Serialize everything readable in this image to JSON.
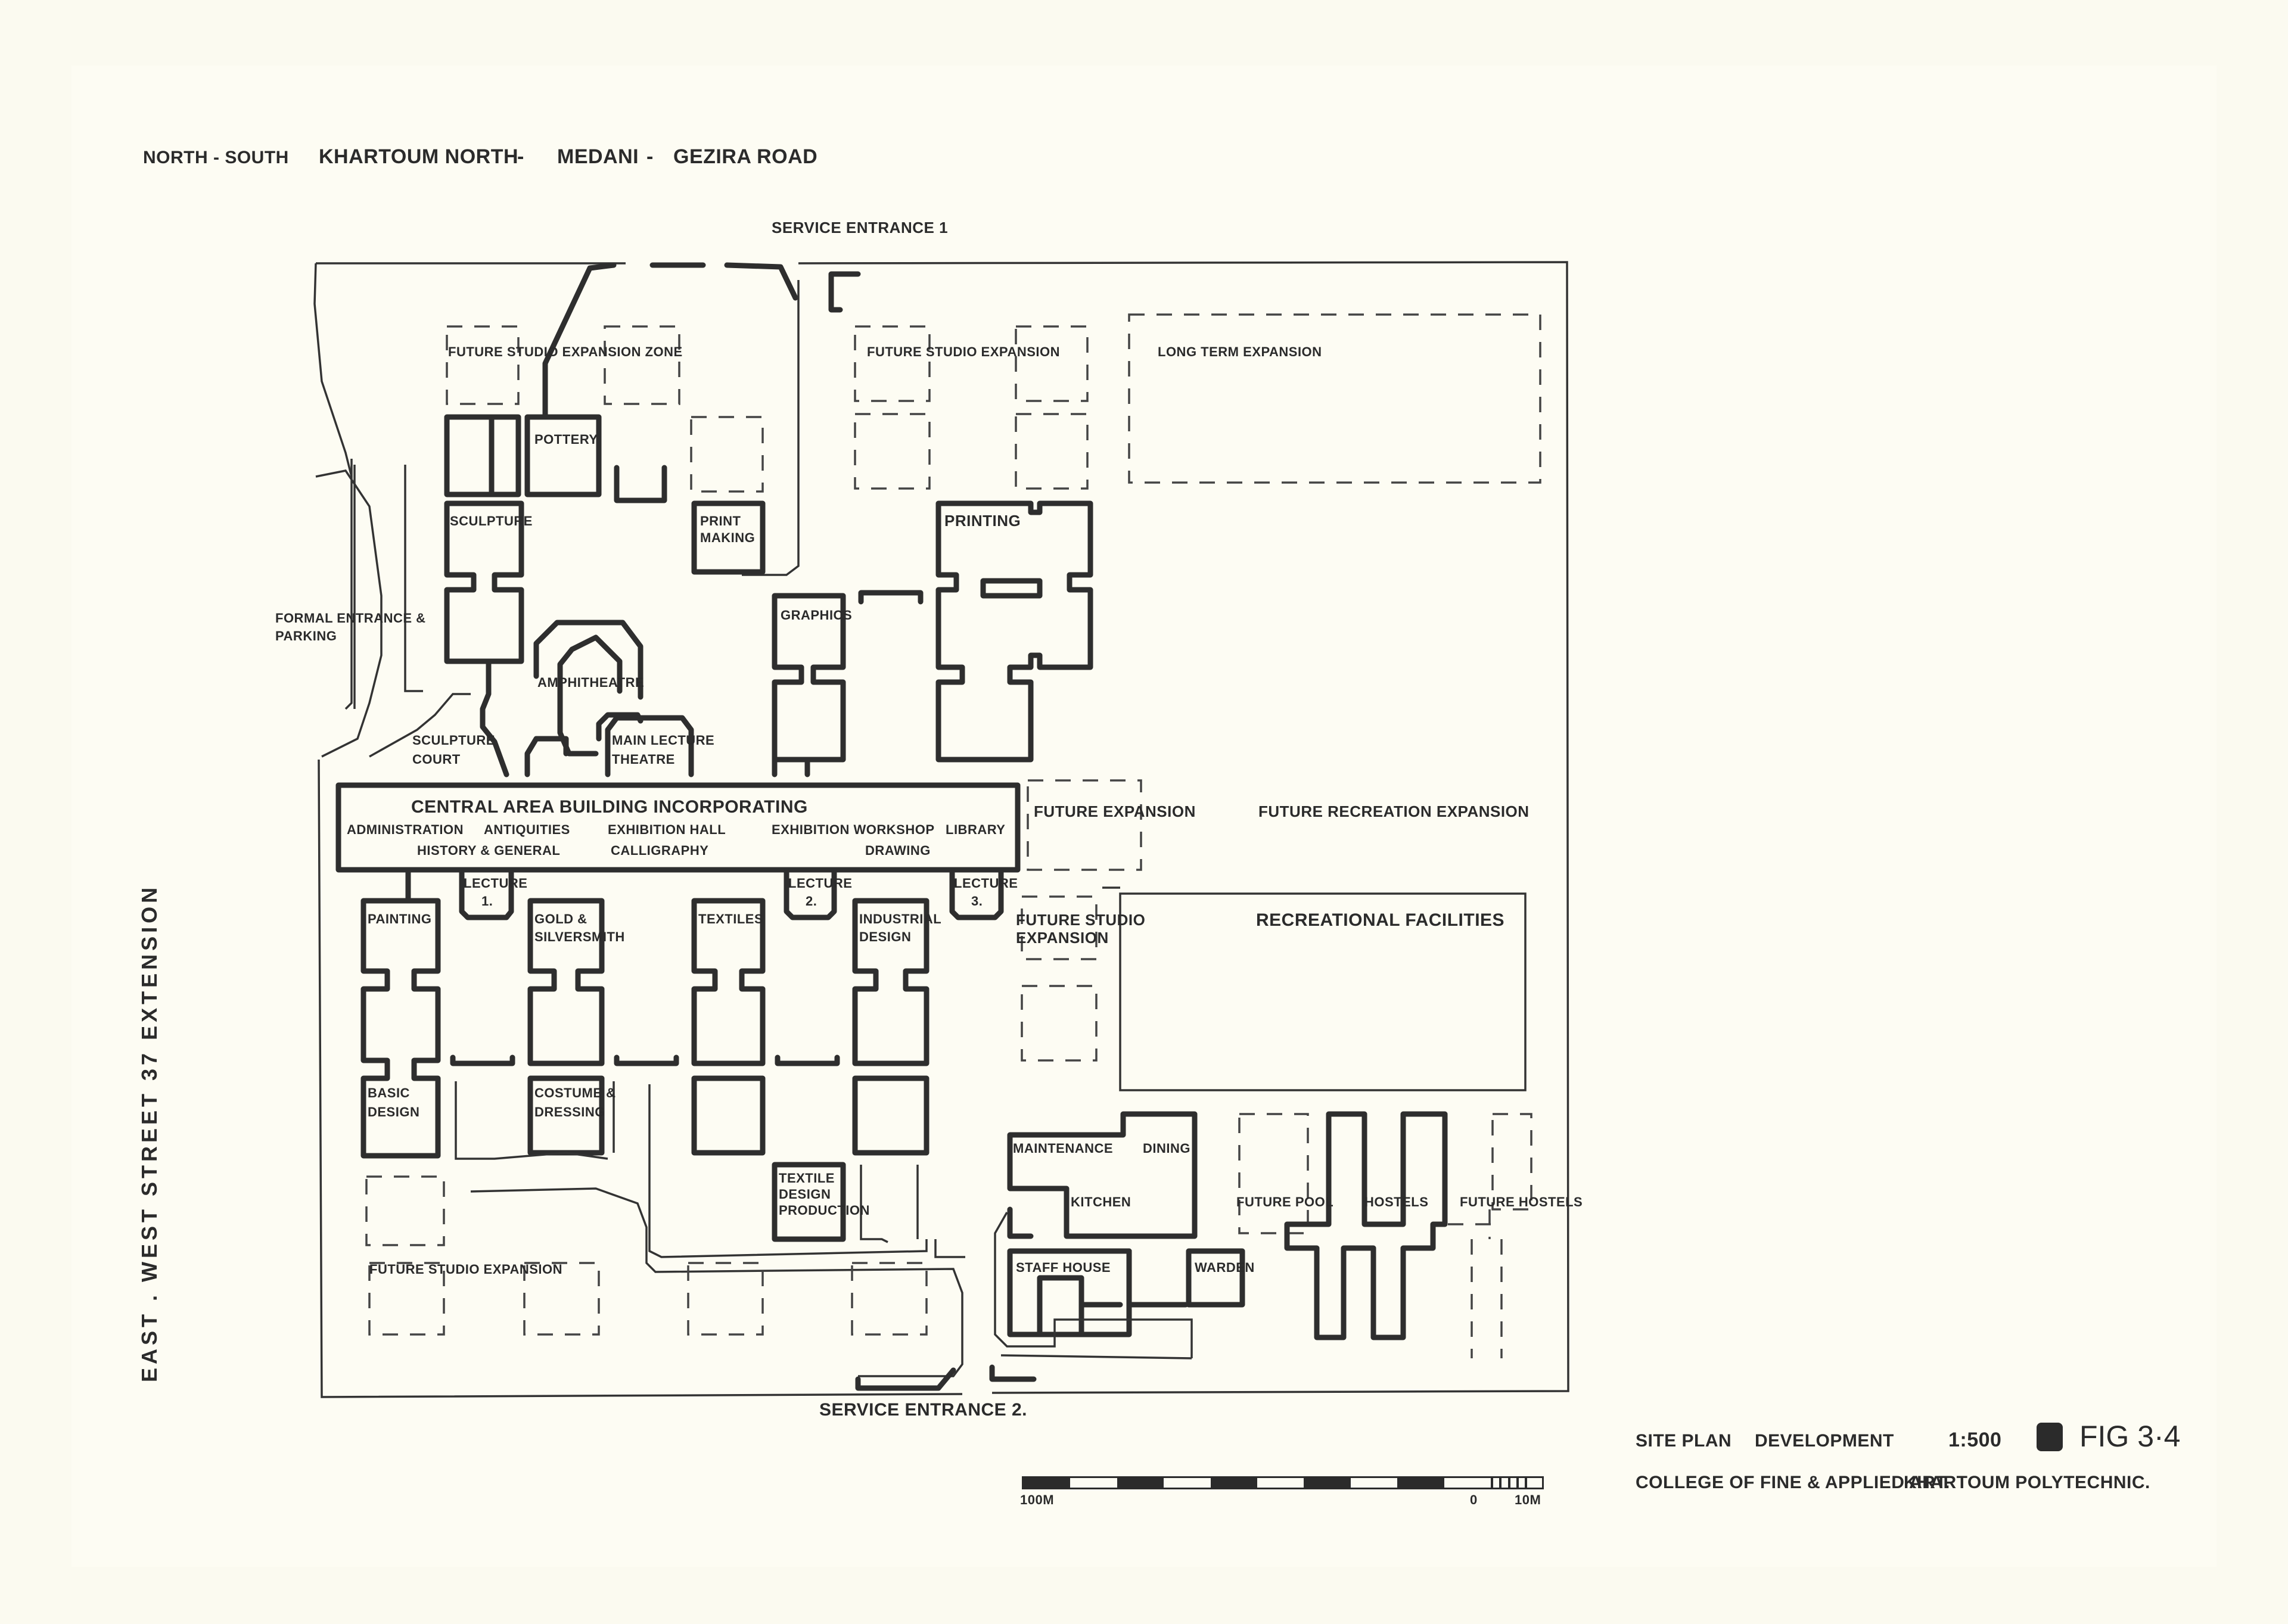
{
  "roads": {
    "north_south": "North - South",
    "khartoum_north": "Khartoum North",
    "dash1": "-",
    "medani": "Medani",
    "dash2": "-",
    "gezira_road": "Gezira Road",
    "east_west": "East . West   Street   37   Extension"
  },
  "entrances": {
    "service_1": "Service Entrance 1",
    "service_2": "Service Entrance 2.",
    "formal_line1": "Formal Entrance &",
    "formal_line2": "Parking"
  },
  "zones": {
    "future_studio_zone": "Future Studio Expansion Zone",
    "future_studio_expansion_top": "Future Studio Expansion",
    "long_term_expansion": "Long Term Expansion",
    "future_expansion": "Future Expansion",
    "future_recreation_expansion": "Future Recreation Expansion",
    "future_studio_expansion_mid_line1": "Future Studio",
    "future_studio_expansion_mid_line2": "Expansion",
    "recreational_facilities": "Recreational Facilities",
    "future_studio_expansion_bottom": "Future Studio Expansion",
    "future_pool": "Future Pool",
    "future_hostels": "Future Hostels"
  },
  "buildings": {
    "pottery": "Pottery",
    "sculpture": "Sculpture",
    "print_making_line1": "Print",
    "print_making_line2": "Making",
    "printing": "Printing",
    "graphics": "Graphics",
    "amphitheatre": "Amphitheatre",
    "sculpture_court_line1": "Sculpture",
    "sculpture_court_line2": "Court",
    "main_lecture_line1": "Main Lecture",
    "main_lecture_line2": "Theatre",
    "painting": "Painting",
    "gold_line1": "Gold &",
    "gold_line2": "Silversmith",
    "textiles": "Textiles",
    "industrial_line1": "Industrial",
    "industrial_line2": "Design",
    "basic_line1": "Basic",
    "basic_line2": "Design",
    "costume_line1": "Costume &",
    "costume_line2": "Dressing",
    "textile_design_line1": "Textile",
    "textile_design_line2": "Design",
    "textile_design_line3": "Production",
    "maintenance": "Maintenance",
    "dining": "Dining",
    "kitchen": "Kitchen",
    "staff_house": "Staff House",
    "warden": "Warden",
    "hostels": "Hostels",
    "lecture": "Lecture",
    "lecture_1": "1.",
    "lecture_2": "2.",
    "lecture_3": "3."
  },
  "central": {
    "title": "Central Area Building Incorporating",
    "administration": "Administration",
    "antiquities": "Antiquities",
    "history_general": "History & General",
    "exhibition_hall": "Exhibition Hall",
    "calligraphy": "Calligraphy",
    "exhibition_workshop": "Exhibition Workshop",
    "drawing": "Drawing",
    "library": "Library"
  },
  "title_block": {
    "site_plan": "Site Plan",
    "development": "Development",
    "scale_ratio": "1:500",
    "figure": "FIG 3·4",
    "college": "College Of Fine & Applied Art.",
    "polytechnic": "Khartoum Polytechnic."
  },
  "scale_bar": {
    "left_label": "100m",
    "zero_label": "0",
    "right_label": "10m",
    "colors": [
      "#2b2b2b",
      "#fdfcf3"
    ]
  }
}
